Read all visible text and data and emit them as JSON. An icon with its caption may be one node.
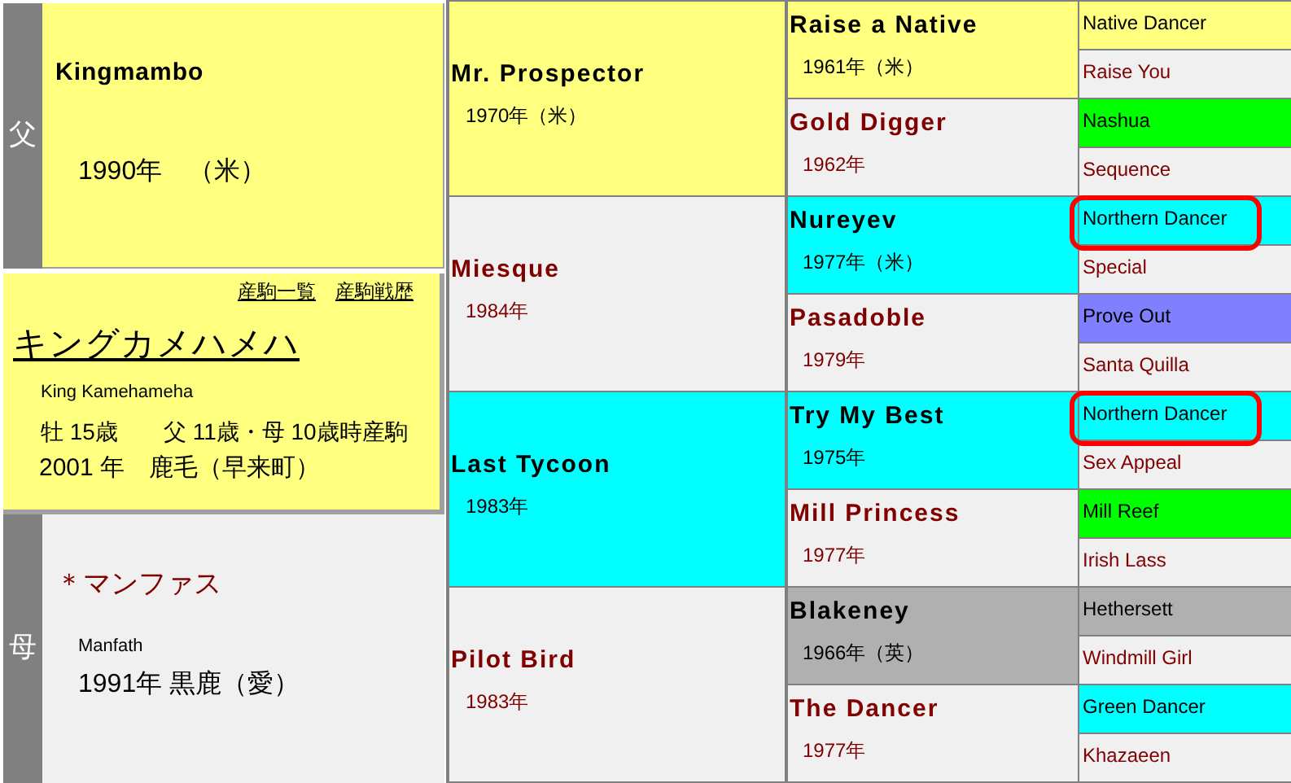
{
  "diagram": {
    "nodes": [
      {
        "text": [
          "父"
        ]
      },
      {
        "text": [
          "Kingmambo",
          "1990年　（米）"
        ]
      },
      {
        "text": [
          "産駒一覧",
          "産駒戦歴",
          "キングカメハメハ",
          "King Kamehameha",
          "牡 15歳　　父 11歳・母 10歳時産駒",
          "2001 年　鹿毛（早来町）"
        ]
      },
      {
        "text": [
          "母"
        ]
      },
      {
        "text": [
          "＊マンファス",
          "Manfath",
          "1991年 黒鹿（愛）"
        ]
      },
      {
        "text": [
          "Mr. Prospector",
          "1970年（米）"
        ]
      },
      {
        "text": [
          "Miesque",
          "1984年"
        ]
      },
      {
        "text": [
          "Last Tycoon",
          "1983年"
        ]
      },
      {
        "text": [
          "Pilot Bird",
          "1983年"
        ]
      },
      {
        "text": [
          "Raise a Native",
          "1961年（米）"
        ]
      },
      {
        "text": [
          "Gold Digger",
          "1962年"
        ]
      },
      {
        "text": [
          "Nureyev",
          "1977年（米）"
        ]
      },
      {
        "text": [
          "Pasadoble",
          "1979年"
        ]
      },
      {
        "text": [
          "Try My Best",
          "1975年"
        ]
      },
      {
        "text": [
          "Mill Princess",
          "1977年"
        ]
      },
      {
        "text": [
          "Blakeney",
          "1966年（英）"
        ]
      },
      {
        "text": [
          "The Dancer",
          "1977年"
        ]
      },
      {
        "text": [
          "Native Dancer"
        ]
      },
      {
        "text": [
          "Raise You"
        ]
      },
      {
        "text": [
          "Nashua"
        ]
      },
      {
        "text": [
          "Sequence"
        ]
      },
      {
        "text": [
          "Northern Dancer"
        ]
      },
      {
        "text": [
          "Special"
        ]
      },
      {
        "text": [
          "Prove Out"
        ]
      },
      {
        "text": [
          "Santa Quilla"
        ]
      },
      {
        "text": [
          "Northern Dancer"
        ]
      },
      {
        "text": [
          "Sex Appeal"
        ]
      },
      {
        "text": [
          "Mill Reef"
        ]
      },
      {
        "text": [
          "Irish Lass"
        ]
      },
      {
        "text": [
          "Hethersett"
        ]
      },
      {
        "text": [
          "Windmill Girl"
        ]
      },
      {
        "text": [
          "Green Dancer"
        ]
      },
      {
        "text": [
          "Khazaeen"
        ]
      }
    ]
  }
}
